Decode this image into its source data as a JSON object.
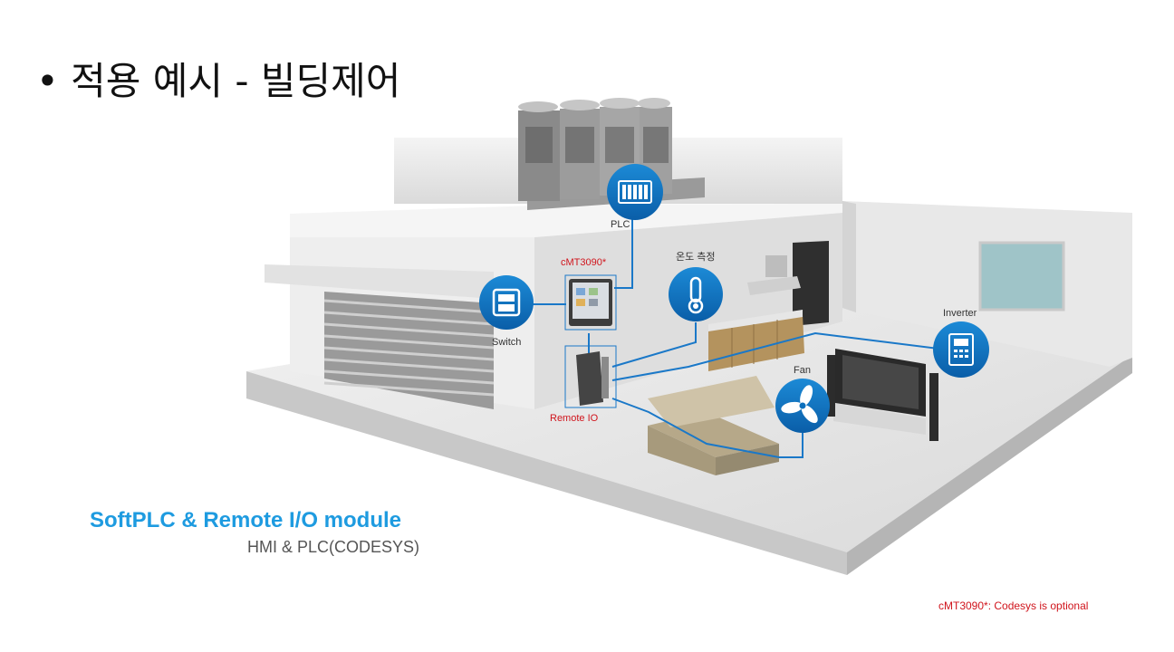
{
  "title": "• 적용 예시 - 빌딩제어",
  "labels": {
    "plc": "PLC",
    "hmi": "cMT3090*",
    "switch": "Switch",
    "temperature": "온도 측정",
    "inverter": "Inverter",
    "fan": "Fan",
    "remote_io": "Remote IO"
  },
  "headline": "SoftPLC & Remote I/O module",
  "subline": "HMI & PLC(CODESYS)",
  "footnote": "cMT3090*: Codesys is optional",
  "colors": {
    "accent": "#1e9be0",
    "node": "#0a6fbd",
    "wire": "#1a78c8",
    "note": "#d0141c"
  },
  "icons": {
    "plc": "plc-rack-icon",
    "switch": "switch-icon",
    "temperature": "thermometer-icon",
    "inverter": "inverter-icon",
    "fan": "fan-icon"
  }
}
